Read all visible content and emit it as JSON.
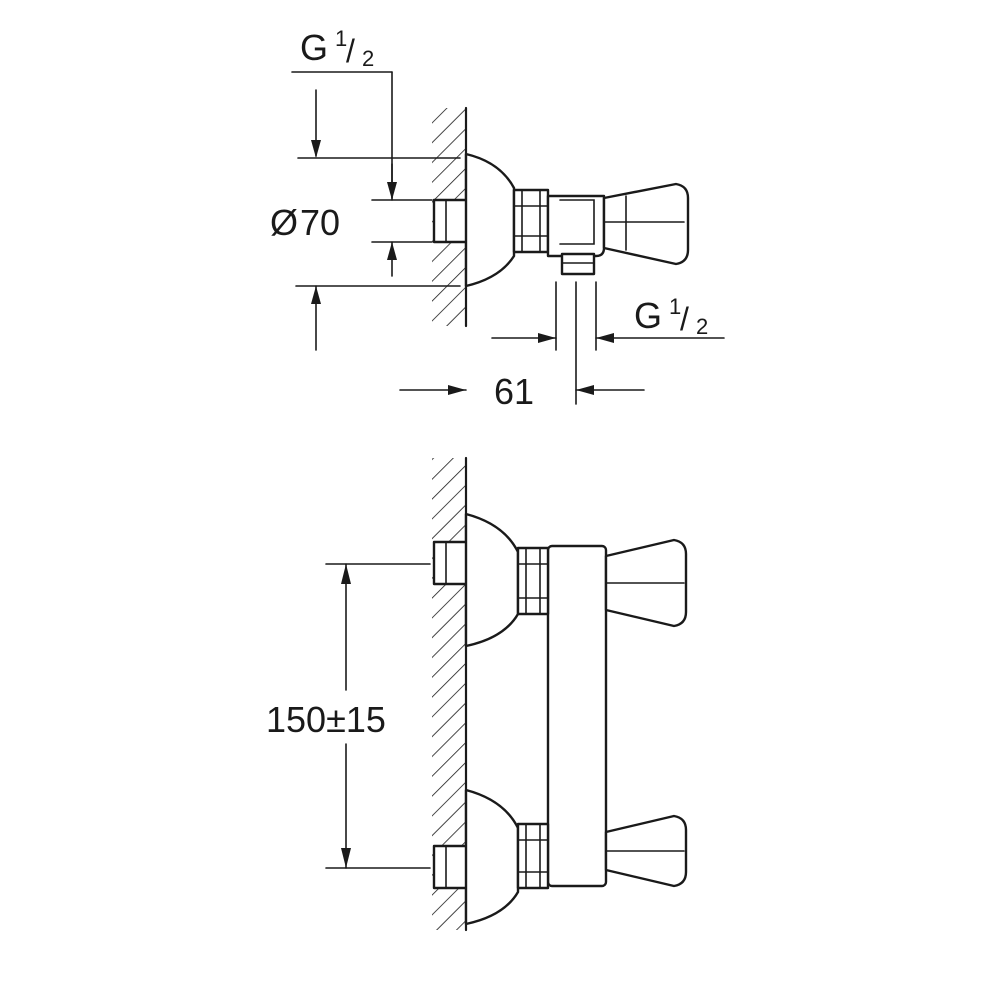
{
  "dimensions": {
    "thread_inlet": {
      "main": "G",
      "sup": "1",
      "sub": "2"
    },
    "diameter": {
      "symbol": "Ø",
      "value": "70"
    },
    "thread_outlet": {
      "main": "G",
      "sup": "1",
      "sub": "2"
    },
    "projection": {
      "value": "61"
    },
    "center_distance": {
      "value": "150±15"
    }
  },
  "colors": {
    "line": "#1a1a1a",
    "background": "#ffffff"
  }
}
